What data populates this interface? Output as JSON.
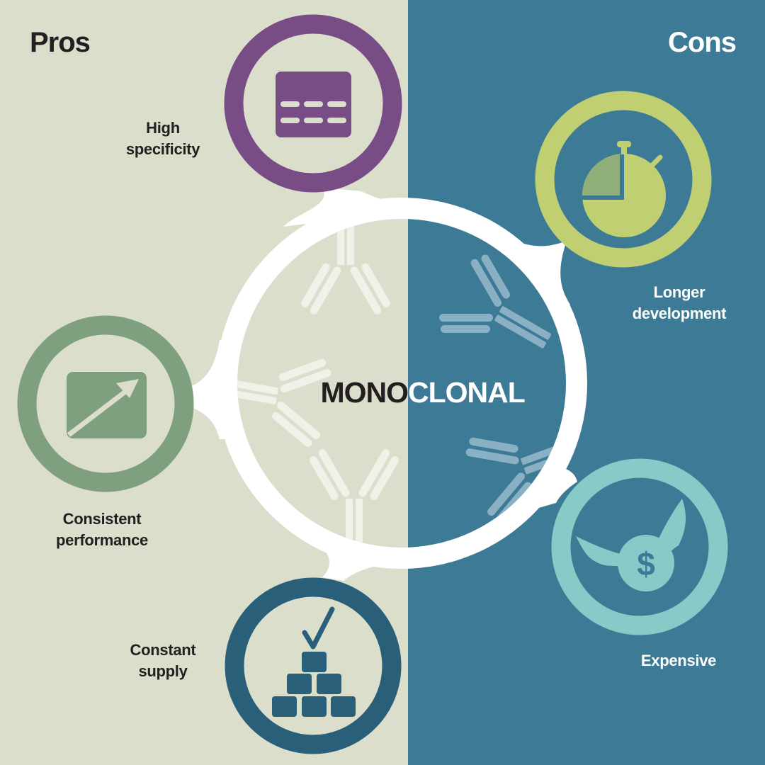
{
  "colors": {
    "pros_bg": "#DCDECC",
    "cons_bg": "#3D7A96",
    "ring": "#FFFFFF",
    "dark_text": "#231F20",
    "light_text": "#FFFFFF",
    "antibody_pros": "#F0F1E8",
    "antibody_cons": "#8AB0C3"
  },
  "header": {
    "pros_title": "Pros",
    "cons_title": "Cons"
  },
  "center": {
    "label_left": "MONO",
    "label_right": "CLONAL"
  },
  "pros": [
    {
      "label_line1": "High",
      "label_line2": "specificity",
      "icon": "antibody-array-card-icon",
      "color": "#784C84"
    },
    {
      "label_line1": "Consistent",
      "label_line2": "performance",
      "icon": "trend-arrow-chart-icon",
      "color": "#7FA07F"
    },
    {
      "label_line1": "Constant",
      "label_line2": "supply",
      "icon": "stacked-boxes-check-icon",
      "color": "#2A5F7A"
    }
  ],
  "cons": [
    {
      "label_line1": "Longer",
      "label_line2": "development",
      "icon": "stopwatch-icon",
      "color": "#BFCF72"
    },
    {
      "label_line1": "Expensive",
      "label_line2": "",
      "icon": "flying-money-icon",
      "color": "#86CBC8"
    }
  ]
}
